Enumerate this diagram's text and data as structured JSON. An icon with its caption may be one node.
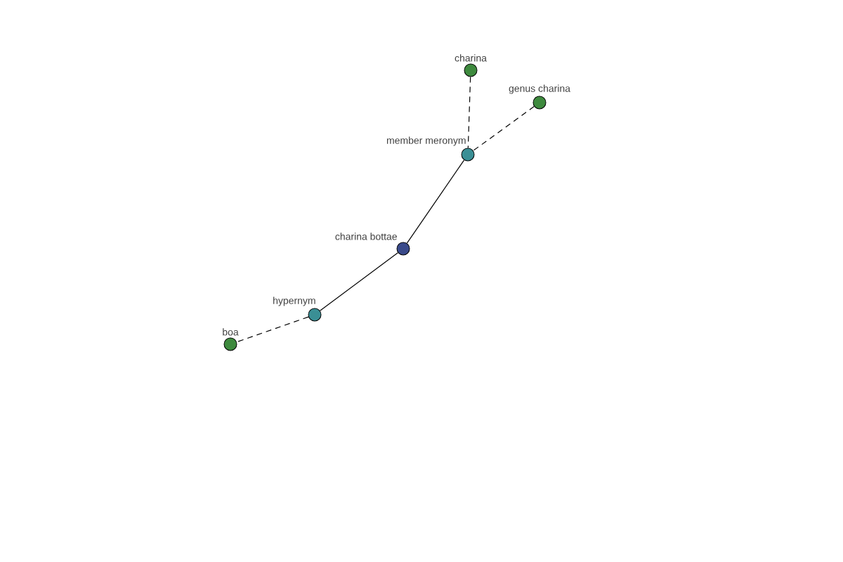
{
  "diagram": {
    "nodes": [
      {
        "text": [
          "charina"
        ]
      },
      {
        "text": [
          "genus charina"
        ]
      },
      {
        "text": [
          "member meronym"
        ]
      },
      {
        "text": [
          "charina bottae"
        ]
      },
      {
        "text": [
          "hypernym"
        ]
      },
      {
        "text": [
          "boa"
        ]
      }
    ],
    "edges": [
      {
        "from": 0,
        "to": 2,
        "arrow": "none",
        "style": "dashed"
      },
      {
        "from": 1,
        "to": 2,
        "arrow": "none",
        "style": "dashed"
      },
      {
        "from": 2,
        "to": 3,
        "arrow": "none"
      },
      {
        "from": 3,
        "to": 4,
        "arrow": "none"
      },
      {
        "from": 4,
        "to": 5,
        "arrow": "none",
        "style": "dashed"
      }
    ]
  }
}
